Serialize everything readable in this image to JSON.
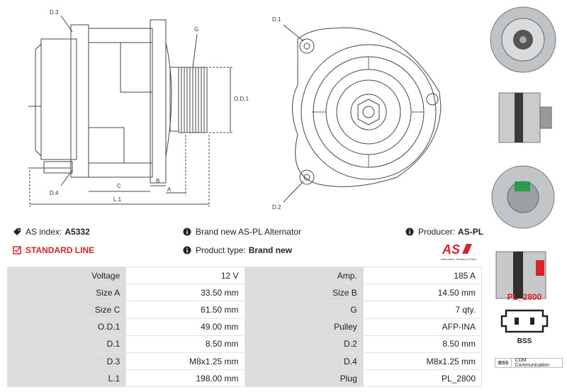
{
  "drawing": {
    "labels": {
      "d3": "D.3",
      "d4": "D.4",
      "g": "G",
      "od1": "O.D.1",
      "c": "C",
      "b": "B",
      "a": "A",
      "l1": "L.1",
      "d1": "D.1",
      "d2": "D.2"
    }
  },
  "info": {
    "as_index_label": "AS index:",
    "as_index_value": "A5332",
    "standard_line": "STANDARD LINE",
    "brand_new_text": "Brand new AS-PL Alternator",
    "product_type_label": "Product type:",
    "product_type_value": "Brand new",
    "producer_label": "Producer:",
    "producer_value": "AS-PL",
    "logo_text": "AS",
    "logo_tagline": "Alternators, Starters & Parts"
  },
  "specs": [
    {
      "k1": "Voltage",
      "v1": "12 V",
      "k2": "Amp.",
      "v2": "185 A"
    },
    {
      "k1": "Size A",
      "v1": "33.50 mm",
      "k2": "Size B",
      "v2": "14.50 mm"
    },
    {
      "k1": "Size C",
      "v1": "61.50 mm",
      "k2": "G",
      "v2": "7 qty."
    },
    {
      "k1": "O.D.1",
      "v1": "49.00 mm",
      "k2": "Pulley",
      "v2": "AFP-INA"
    },
    {
      "k1": "D.1",
      "v1": "8.50 mm",
      "k2": "D.2",
      "v2": "8.50 mm"
    },
    {
      "k1": "D.3",
      "v1": "M8x1.25 mm",
      "k2": "D.4",
      "v2": "M8x1.25 mm"
    },
    {
      "k1": "L.1",
      "v1": "198.00 mm",
      "k2": "Plug",
      "v2": "PL_2800"
    }
  ],
  "plug": {
    "name": "PL_2800",
    "type": "BSS",
    "comm_code": "BSS",
    "comm_text": "COM Communication"
  },
  "colors": {
    "accent": "#d9232a",
    "table_key_bg": "#dcdcdc"
  }
}
